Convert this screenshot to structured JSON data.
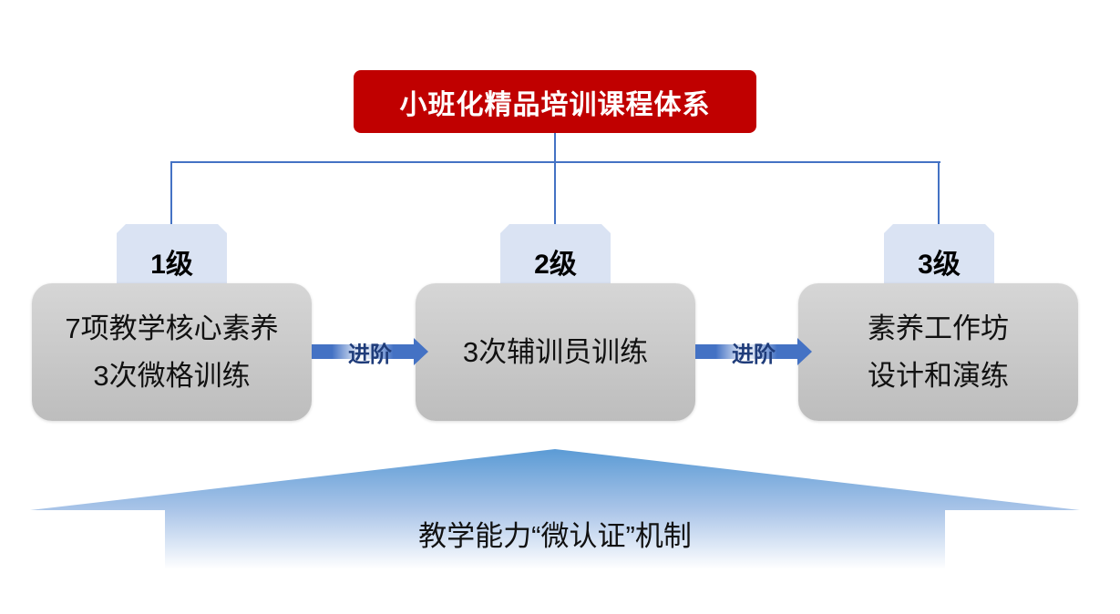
{
  "title": "小班化精品培训课程体系",
  "levels": [
    {
      "tab": "1级",
      "lines": [
        "7项教学核心素养",
        "3次微格训练"
      ]
    },
    {
      "tab": "2级",
      "lines": [
        "3次辅训员训练"
      ]
    },
    {
      "tab": "3级",
      "lines": [
        "素养工作坊",
        "设计和演练"
      ]
    }
  ],
  "arrows": [
    "进阶",
    "进阶"
  ],
  "foundation": "教学能力“微认证”机制",
  "colors": {
    "title_bg": "#c00000",
    "connector": "#4472c4",
    "tab_bg": "#dae3f3"
  }
}
